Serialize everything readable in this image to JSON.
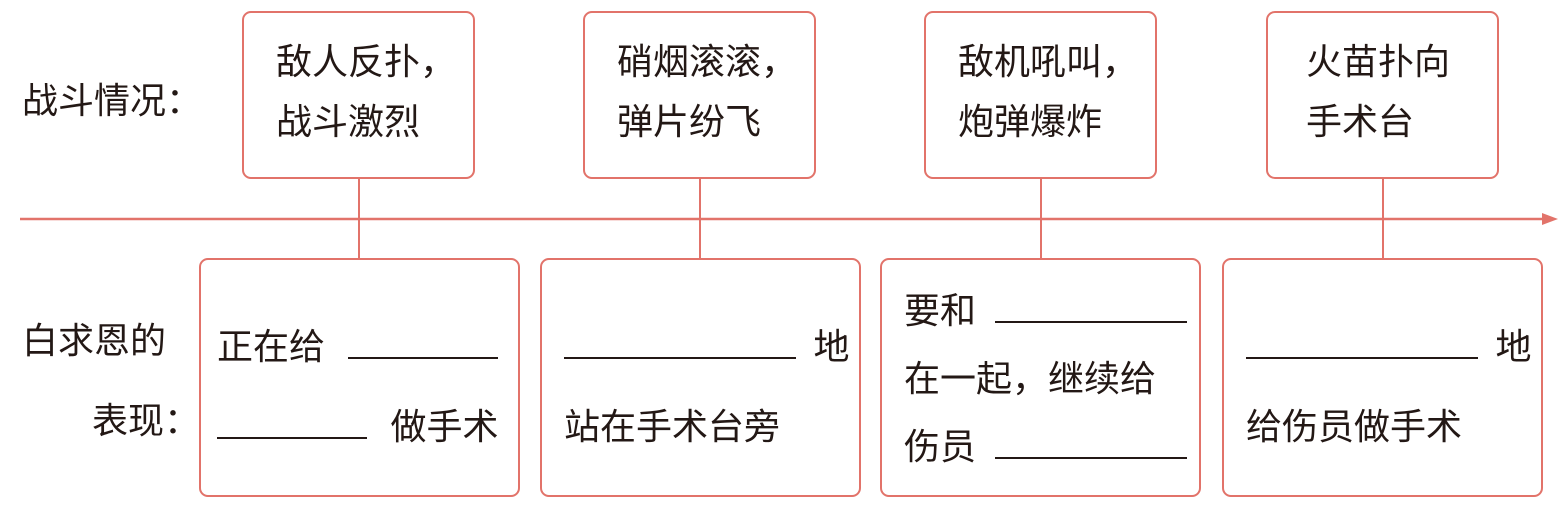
{
  "labels": {
    "battle": "战斗情况：",
    "bqe_line1": "白求恩的",
    "bqe_line2": "表现："
  },
  "battle_situations": [
    {
      "line1": "敌人反扑，",
      "line2": "战斗激烈"
    },
    {
      "line1": "硝烟滚滚，",
      "line2": "弹片纷飞"
    },
    {
      "line1": "敌机吼叫，",
      "line2": "炮弹爆炸"
    },
    {
      "line1": "火苗扑向",
      "line2": "手术台"
    }
  ],
  "performances": [
    {
      "line1_pre": "正在给",
      "line2_post": "做手术"
    },
    {
      "line1_post": "地",
      "line2": "站在手术台旁"
    },
    {
      "line1_pre": "要和",
      "line2": "在一起，继续给",
      "line3_pre": "伤员"
    },
    {
      "line1_post": "地",
      "line2": "给伤员做手术"
    }
  ],
  "colors": {
    "accent": "#e2736a",
    "text": "#231815"
  }
}
